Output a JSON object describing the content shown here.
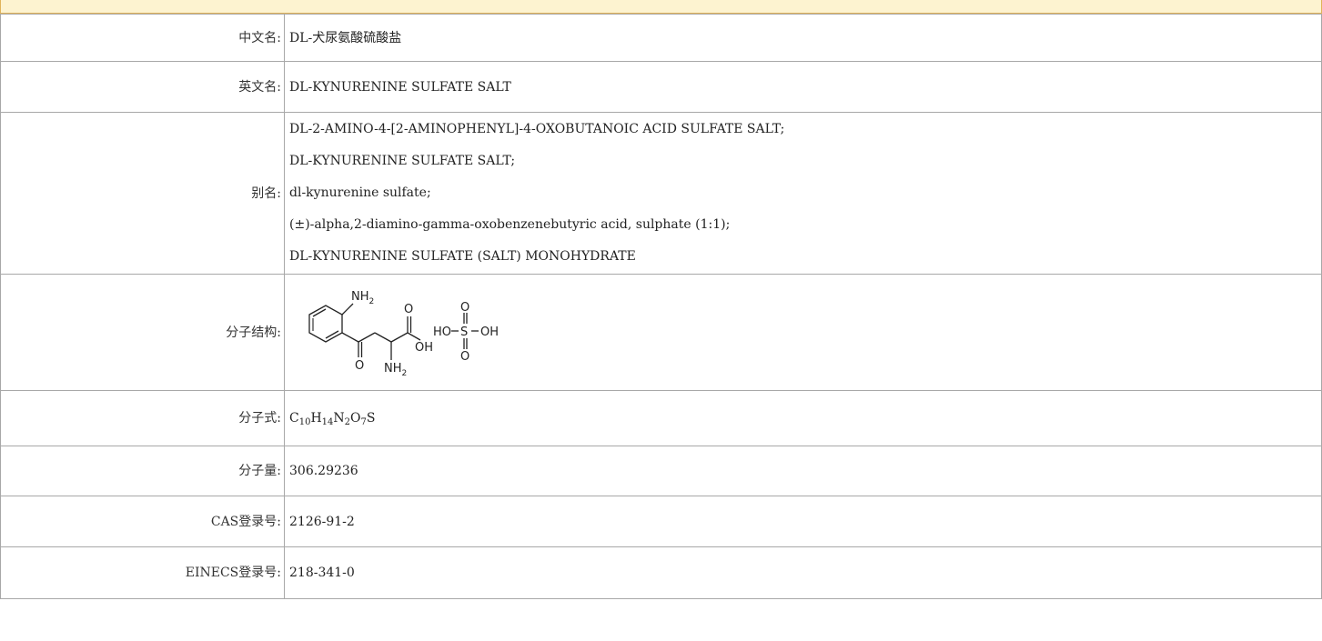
{
  "rows": {
    "chinese_name": {
      "label": "中文名:",
      "value": "DL-犬尿氨酸硫酸盐"
    },
    "english_name": {
      "label": "英文名:",
      "value": "DL-KYNURENINE SULFATE SALT"
    },
    "aliases": {
      "label": "别名:",
      "items": [
        "DL-2-AMINO-4-[2-AMINOPHENYL]-4-OXOBUTANOIC ACID SULFATE SALT;",
        "DL-KYNURENINE SULFATE SALT;",
        "dl-kynurenine sulfate;",
        "(±)-alpha,2-diamino-gamma-oxobenzenebutyric acid, sulphate (1:1);",
        "DL-KYNURENINE SULFATE (SALT) MONOHYDRATE"
      ]
    },
    "structure": {
      "label": "分子结构:",
      "atoms": {
        "nh2_top": "NH",
        "nh2_top_sub": "2",
        "o_carbonyl": "O",
        "o_acid": "O",
        "oh_acid": "OH",
        "nh2_bottom": "NH",
        "nh2_bottom_sub": "2",
        "sulfate_ho": "HO",
        "sulfate_s": "S",
        "sulfate_oh": "OH",
        "sulfate_o_top": "O",
        "sulfate_o_bottom": "O"
      }
    },
    "formula": {
      "label": "分子式:",
      "parts": [
        {
          "t": "C",
          "sub": "10"
        },
        {
          "t": "H",
          "sub": "14"
        },
        {
          "t": "N",
          "sub": "2"
        },
        {
          "t": "O",
          "sub": "7"
        },
        {
          "t": "S",
          "sub": ""
        }
      ]
    },
    "molecular_weight": {
      "label": "分子量:",
      "value": "306.29236"
    },
    "cas": {
      "label": "CAS登录号:",
      "value": "2126-91-2"
    },
    "einecs": {
      "label": "EINECS登录号:",
      "value": "218-341-0"
    }
  }
}
